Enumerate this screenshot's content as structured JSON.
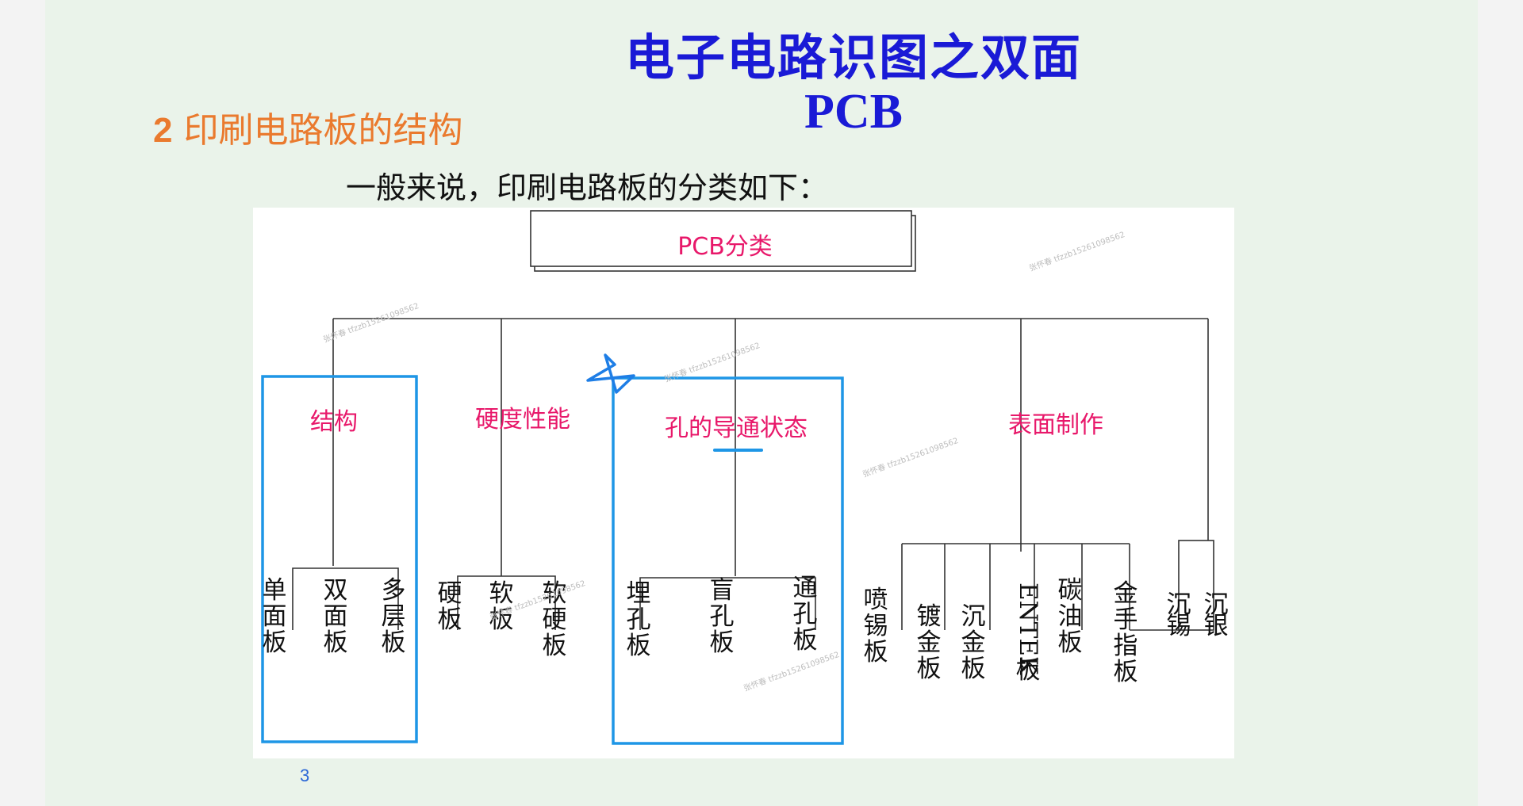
{
  "slide": {
    "title_line1": "电子电路识图之双面",
    "title_line2": "PCB",
    "section_number": "2",
    "section_title": "印刷电路板的结构",
    "intro": "一般来说，印刷电路板的分类如下：",
    "page_number": "3"
  },
  "diagram": {
    "root": "PCB分类",
    "categories": [
      {
        "label": "结构",
        "children": [
          "单面板",
          "双面板",
          "多层板"
        ]
      },
      {
        "label": "硬度性能",
        "children": [
          "硬板",
          "软板",
          "软硬板"
        ]
      },
      {
        "label": "孔的导通状态",
        "children": [
          "埋孔板",
          "盲孔板",
          "通孔板"
        ]
      },
      {
        "label": "表面制作",
        "children": [
          "喷锡板",
          "镀金板",
          "沉金板",
          "ENTEK板",
          "碳油板",
          "金手指板",
          "沉锡",
          "沉银"
        ]
      }
    ]
  },
  "colors": {
    "title": "#1a1ad6",
    "section": "#ea7a2e",
    "category_label": "#e8186a",
    "highlight_box": "#1e96e6",
    "page_number": "#2a66d6"
  }
}
